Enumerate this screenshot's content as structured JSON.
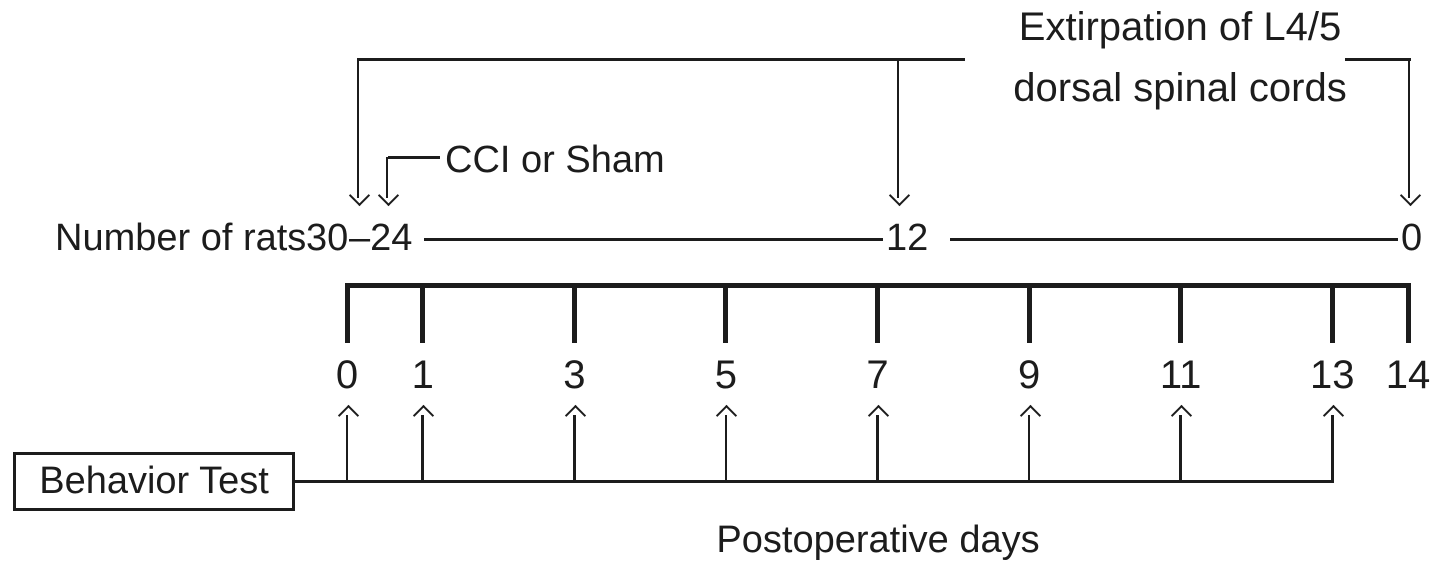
{
  "figure": {
    "background": "#ffffff",
    "ink_color": "#1c1c1c"
  },
  "annotations": {
    "extirpation_line1": "Extirpation of L4/5",
    "extirpation_line2": "dorsal spinal cords",
    "cci_or_sham": "CCI or Sham",
    "postoperative_days": "Postoperative days"
  },
  "number_of_rats": {
    "label": "Number of rats",
    "initial": "30",
    "separator": "–",
    "after_cci": "24",
    "after_first_extirpation": "12",
    "final": "0"
  },
  "timeline": {
    "tick_labels": [
      "0",
      "1",
      "3",
      "5",
      "7",
      "9",
      "11",
      "13",
      "14"
    ],
    "tick_days": [
      0,
      1,
      3,
      5,
      7,
      9,
      11,
      13,
      14
    ]
  },
  "behavior_test": {
    "box_label": "Behavior Test",
    "arrow_days": [
      0,
      1,
      3,
      5,
      7,
      9,
      11,
      13
    ]
  }
}
